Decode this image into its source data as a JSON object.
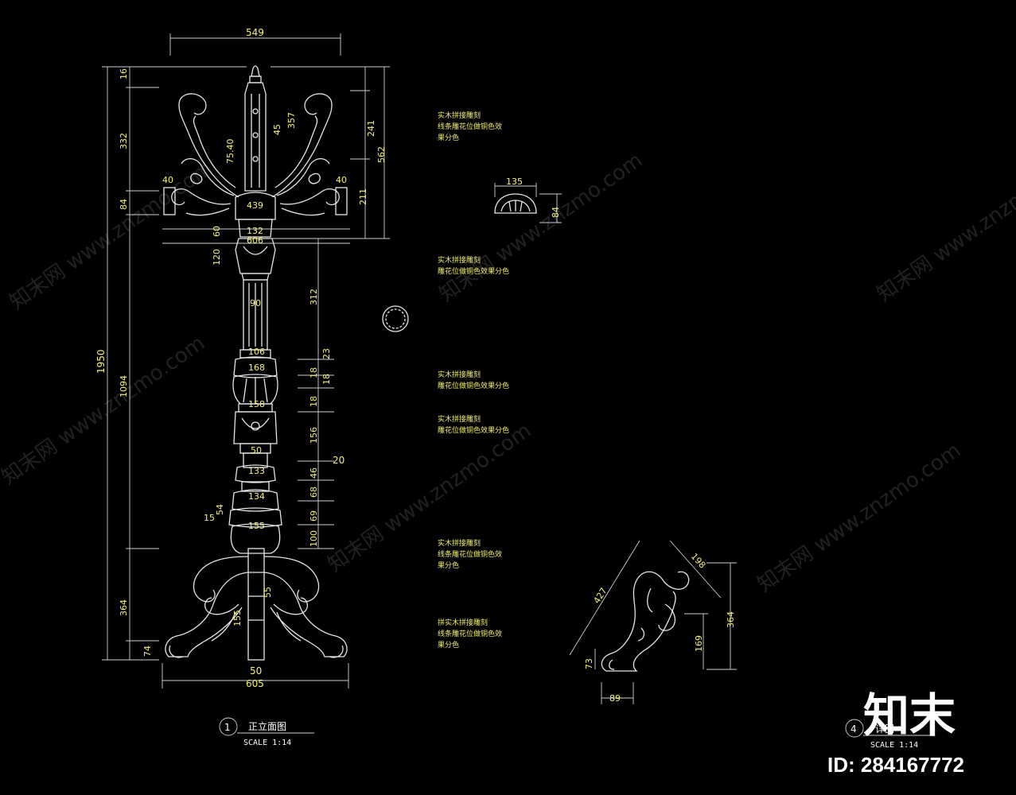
{
  "front_elevation": {
    "dims": {
      "total_width": "549",
      "total_height": "1950",
      "h_1094": "1094",
      "h_364": "364",
      "h_74": "74",
      "h_332": "332",
      "h_84": "84",
      "h_40_left": "40",
      "h_40_right": "40",
      "h_16": "16",
      "h_241": "241",
      "h_562": "562",
      "h_211": "211",
      "h_357": "357",
      "h_45": "45",
      "h_40b": "75.40",
      "w_439": "439",
      "w_132": "132",
      "w_606": "606",
      "h_60": "60",
      "h_120": "120",
      "w_90": "90",
      "w_106": "106",
      "w_168": "168",
      "w_158": "158",
      "w_50a": "50",
      "w_133": "133",
      "w_134": "134",
      "h_15": "15",
      "h_54": "54",
      "w_155": "155",
      "h_312": "312",
      "h_23": "23",
      "h_18a": "18",
      "h_18b": "18",
      "h_18c": "18",
      "h_156": "156",
      "h_20": "20",
      "h_46": "46",
      "h_68": "68",
      "h_69": "69",
      "h_100": "100",
      "h_55": "55",
      "h_155": "155",
      "w_50": "50",
      "w_605": "605"
    },
    "title": "正立面图",
    "number": "1",
    "scale": "SCALE 1:14"
  },
  "hook_detail": {
    "dims": {
      "w": "135",
      "h": "84"
    }
  },
  "side_detail": {
    "dims": {
      "d_427": "427",
      "d_198": "198",
      "d_364": "364",
      "d_169": "169",
      "d_73": "73",
      "d_89": "89"
    },
    "title": "详图",
    "number": "4",
    "scale": "SCALE 1:14"
  },
  "notes": [
    "实木拼接雕刻",
    "线条雕花位做铜色效",
    "果分色",
    "实木拼接雕刻",
    "雕花位做铜色效果分色",
    "实木拼接雕刻",
    "雕花位做铜色效果分色",
    "实木拼接雕刻",
    "雕花位做铜色效果分色",
    "实木拼接雕刻",
    "线条雕花位做铜色效",
    "果分色",
    "拼实木拼接雕刻",
    "线条雕花位做铜色效",
    "果分色"
  ],
  "watermark": {
    "text": "知末网 www.znzmo.com",
    "logo": "知末",
    "id": "ID: 284167772"
  },
  "colors": {
    "background": "#000000",
    "lines": "#e6e6e6",
    "dimension_text": "#f5f27a"
  }
}
